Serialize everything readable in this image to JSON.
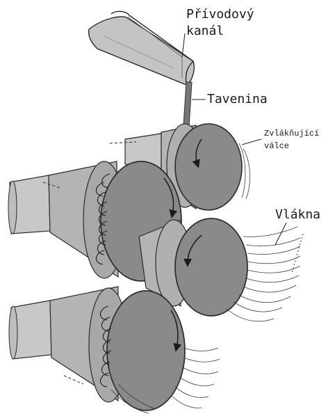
{
  "labels": {
    "feed_channel_line1": "Přívodový",
    "feed_channel_line2": "kanál",
    "melt": "Tavenina",
    "rollers_line1": "Zvlákňující",
    "rollers_line2": "válce",
    "fibers": "Vlákna"
  },
  "colors": {
    "roller_face": "#8a8a8a",
    "roller_side": "#b4b4b4",
    "hub_light": "#c8c8c8",
    "outline": "#2a2a2a",
    "fiber_line": "#3a3a3a"
  }
}
